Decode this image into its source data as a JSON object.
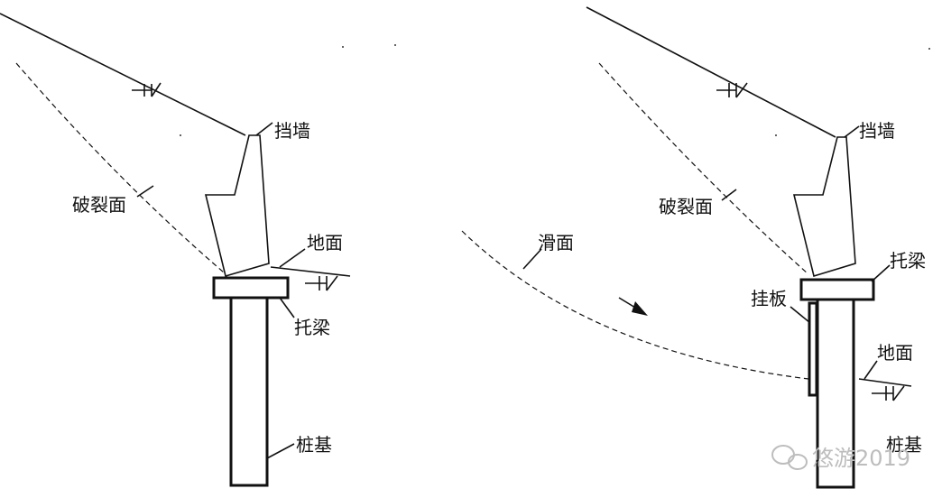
{
  "left_diagram": {
    "labels": {
      "retaining_wall": "挡墙",
      "failure_surface": "破裂面",
      "ground_surface": "地面",
      "support_beam": "托梁",
      "pile_foundation": "桩基"
    }
  },
  "right_diagram": {
    "labels": {
      "retaining_wall": "挡墙",
      "failure_surface": "破裂面",
      "slip_surface": "滑面",
      "support_beam": "托梁",
      "hanging_plate": "挂板",
      "ground_surface": "地面",
      "pile_foundation": "桩基"
    }
  },
  "watermark": {
    "text": "悠游2019"
  }
}
